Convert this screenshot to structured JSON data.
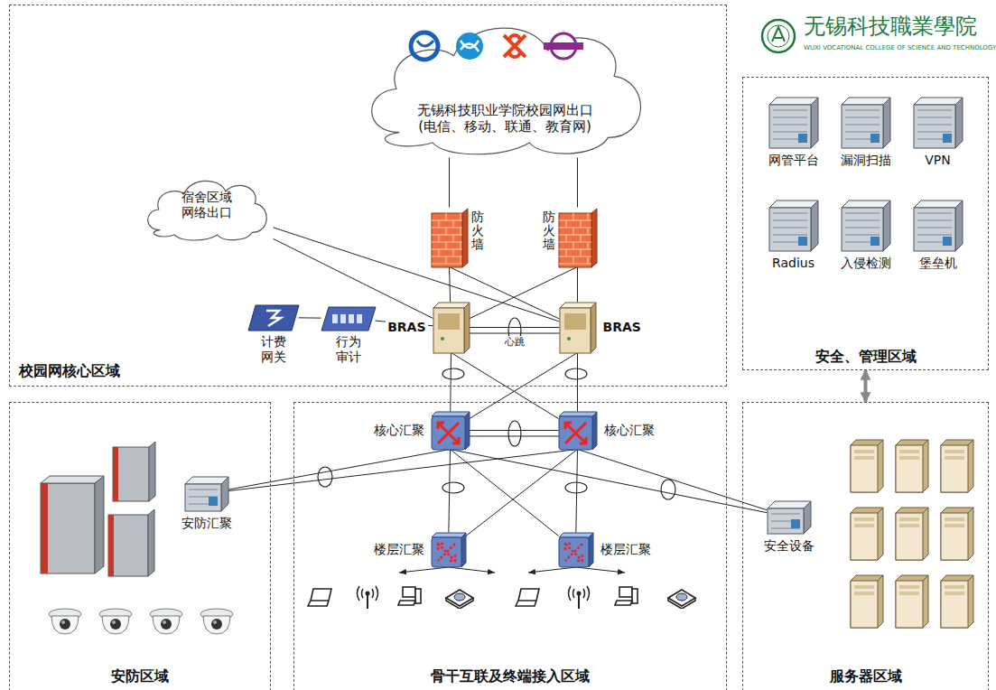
{
  "diagram": {
    "nodes": [
      {
        "text": [
          "校园网核心区域"
        ]
      },
      {
        "text": [
          "无锡科技职业学院校园网出口 (电信、移动、联通、教育网)"
        ],
        "in": 0
      },
      {
        "text": [
          "宿舍区域 网络出口"
        ],
        "in": 0
      },
      {
        "text": [
          "防火墙"
        ],
        "in": 0
      },
      {
        "text": [
          "防火墙"
        ],
        "in": 0
      },
      {
        "text": [
          "BRAS"
        ],
        "in": 0
      },
      {
        "text": [
          "BRAS"
        ],
        "in": 0
      },
      {
        "text": [
          "计费 网关"
        ],
        "in": 0
      },
      {
        "text": [
          "行为 审计"
        ],
        "in": 0
      },
      {
        "text": [
          "安全、管理区域"
        ]
      },
      {
        "text": [
          "网管平台"
        ],
        "in": 9
      },
      {
        "text": [
          "漏洞扫描"
        ],
        "in": 9
      },
      {
        "text": [
          "VPN"
        ],
        "in": 9
      },
      {
        "text": [
          "Radius"
        ],
        "in": 9
      },
      {
        "text": [
          "入侵检测"
        ],
        "in": 9
      },
      {
        "text": [
          "堡垒机"
        ],
        "in": 9
      },
      {
        "text": [
          "安防区域"
        ]
      },
      {
        "text": [
          "安防汇聚"
        ],
        "in": 16
      },
      {
        "text": [
          "骨干互联及终端接入区域"
        ]
      },
      {
        "text": [
          "核心汇聚"
        ],
        "in": 18
      },
      {
        "text": [
          "核心汇聚"
        ],
        "in": 18
      },
      {
        "text": [
          "楼层汇聚"
        ],
        "in": 18
      },
      {
        "text": [
          "楼层汇聚"
        ],
        "in": 18
      },
      {
        "text": [
          "服务器区域"
        ]
      },
      {
        "text": [
          "安全设备"
        ],
        "in": 23
      }
    ],
    "edges": [
      {
        "from": 1,
        "to": 3,
        "arrow": "none"
      },
      {
        "from": 1,
        "to": 4,
        "arrow": "none"
      },
      {
        "from": 2,
        "to": 5,
        "arrow": "none"
      },
      {
        "from": 2,
        "to": 6,
        "arrow": "none"
      },
      {
        "from": 3,
        "to": 5,
        "arrow": "none"
      },
      {
        "from": 3,
        "to": 6,
        "arrow": "none"
      },
      {
        "from": 4,
        "to": 5,
        "arrow": "none"
      },
      {
        "from": 4,
        "to": 6,
        "arrow": "none"
      },
      {
        "from": 5,
        "to": 6,
        "label": "心跳",
        "arrow": "none"
      },
      {
        "from": 7,
        "to": 8,
        "arrow": "none"
      },
      {
        "from": 8,
        "to": 5,
        "arrow": "none"
      },
      {
        "from": 5,
        "to": 19,
        "arrow": "none"
      },
      {
        "from": 5,
        "to": 20,
        "arrow": "none"
      },
      {
        "from": 6,
        "to": 19,
        "arrow": "none"
      },
      {
        "from": 6,
        "to": 20,
        "arrow": "none"
      },
      {
        "from": 19,
        "to": 20,
        "arrow": "none"
      },
      {
        "from": 19,
        "to": 21,
        "arrow": "none"
      },
      {
        "from": 19,
        "to": 22,
        "arrow": "none"
      },
      {
        "from": 20,
        "to": 21,
        "arrow": "none"
      },
      {
        "from": 20,
        "to": 22,
        "arrow": "none"
      },
      {
        "from": 19,
        "to": 17,
        "arrow": "none"
      },
      {
        "from": 20,
        "to": 17,
        "arrow": "none"
      },
      {
        "from": 19,
        "to": 24,
        "arrow": "none"
      },
      {
        "from": 20,
        "to": 24,
        "arrow": "none"
      },
      {
        "from": 9,
        "to": 23,
        "arrow": "both"
      }
    ],
    "labels": [
      "无锡科技職業學院",
      "WUXI VOCATIONAL COLLEGE OF SCIENCE AND TECHNOLOGY"
    ]
  }
}
